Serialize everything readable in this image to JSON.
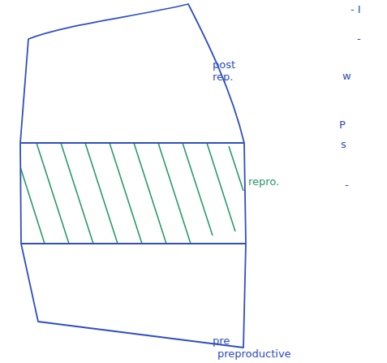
{
  "diagram": {
    "labels": [
      "post rep.",
      "repro.",
      "pre",
      "preproductive",
      "- I",
      "-",
      "w",
      "P",
      "s",
      "-"
    ]
  }
}
